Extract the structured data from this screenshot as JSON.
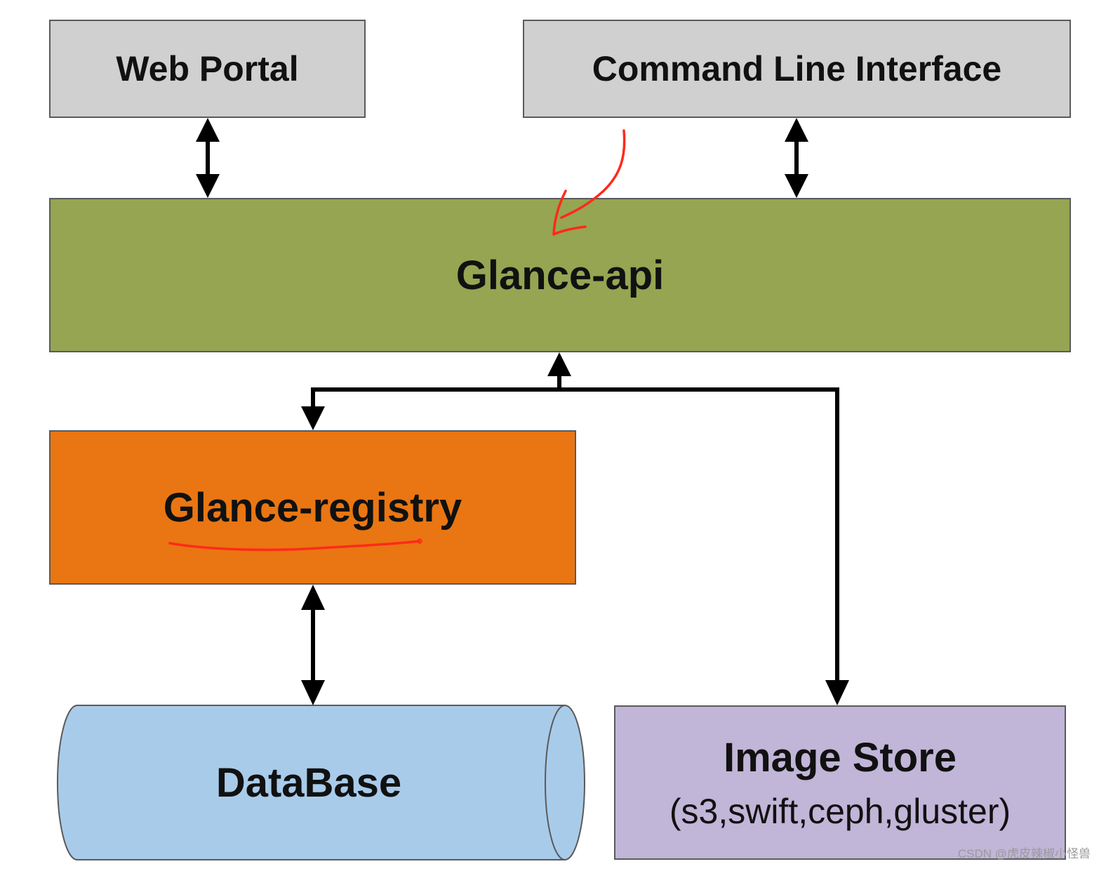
{
  "nodes": {
    "web_portal": "Web Portal",
    "cli": "Command Line Interface",
    "glance_api": "Glance-api",
    "glance_registry": "Glance-registry",
    "database": "DataBase",
    "image_store": "Image Store",
    "image_store_backends": "(s3,swift,ceph,gluster)"
  },
  "colors": {
    "client_box": "#d0d0d0",
    "api": "#95a552",
    "registry": "#e97612",
    "database": "#a9cbea",
    "image_store": "#c1b5d8",
    "annotation": "#ff2a1a"
  },
  "watermark": "CSDN @虎皮辣椒小怪兽"
}
